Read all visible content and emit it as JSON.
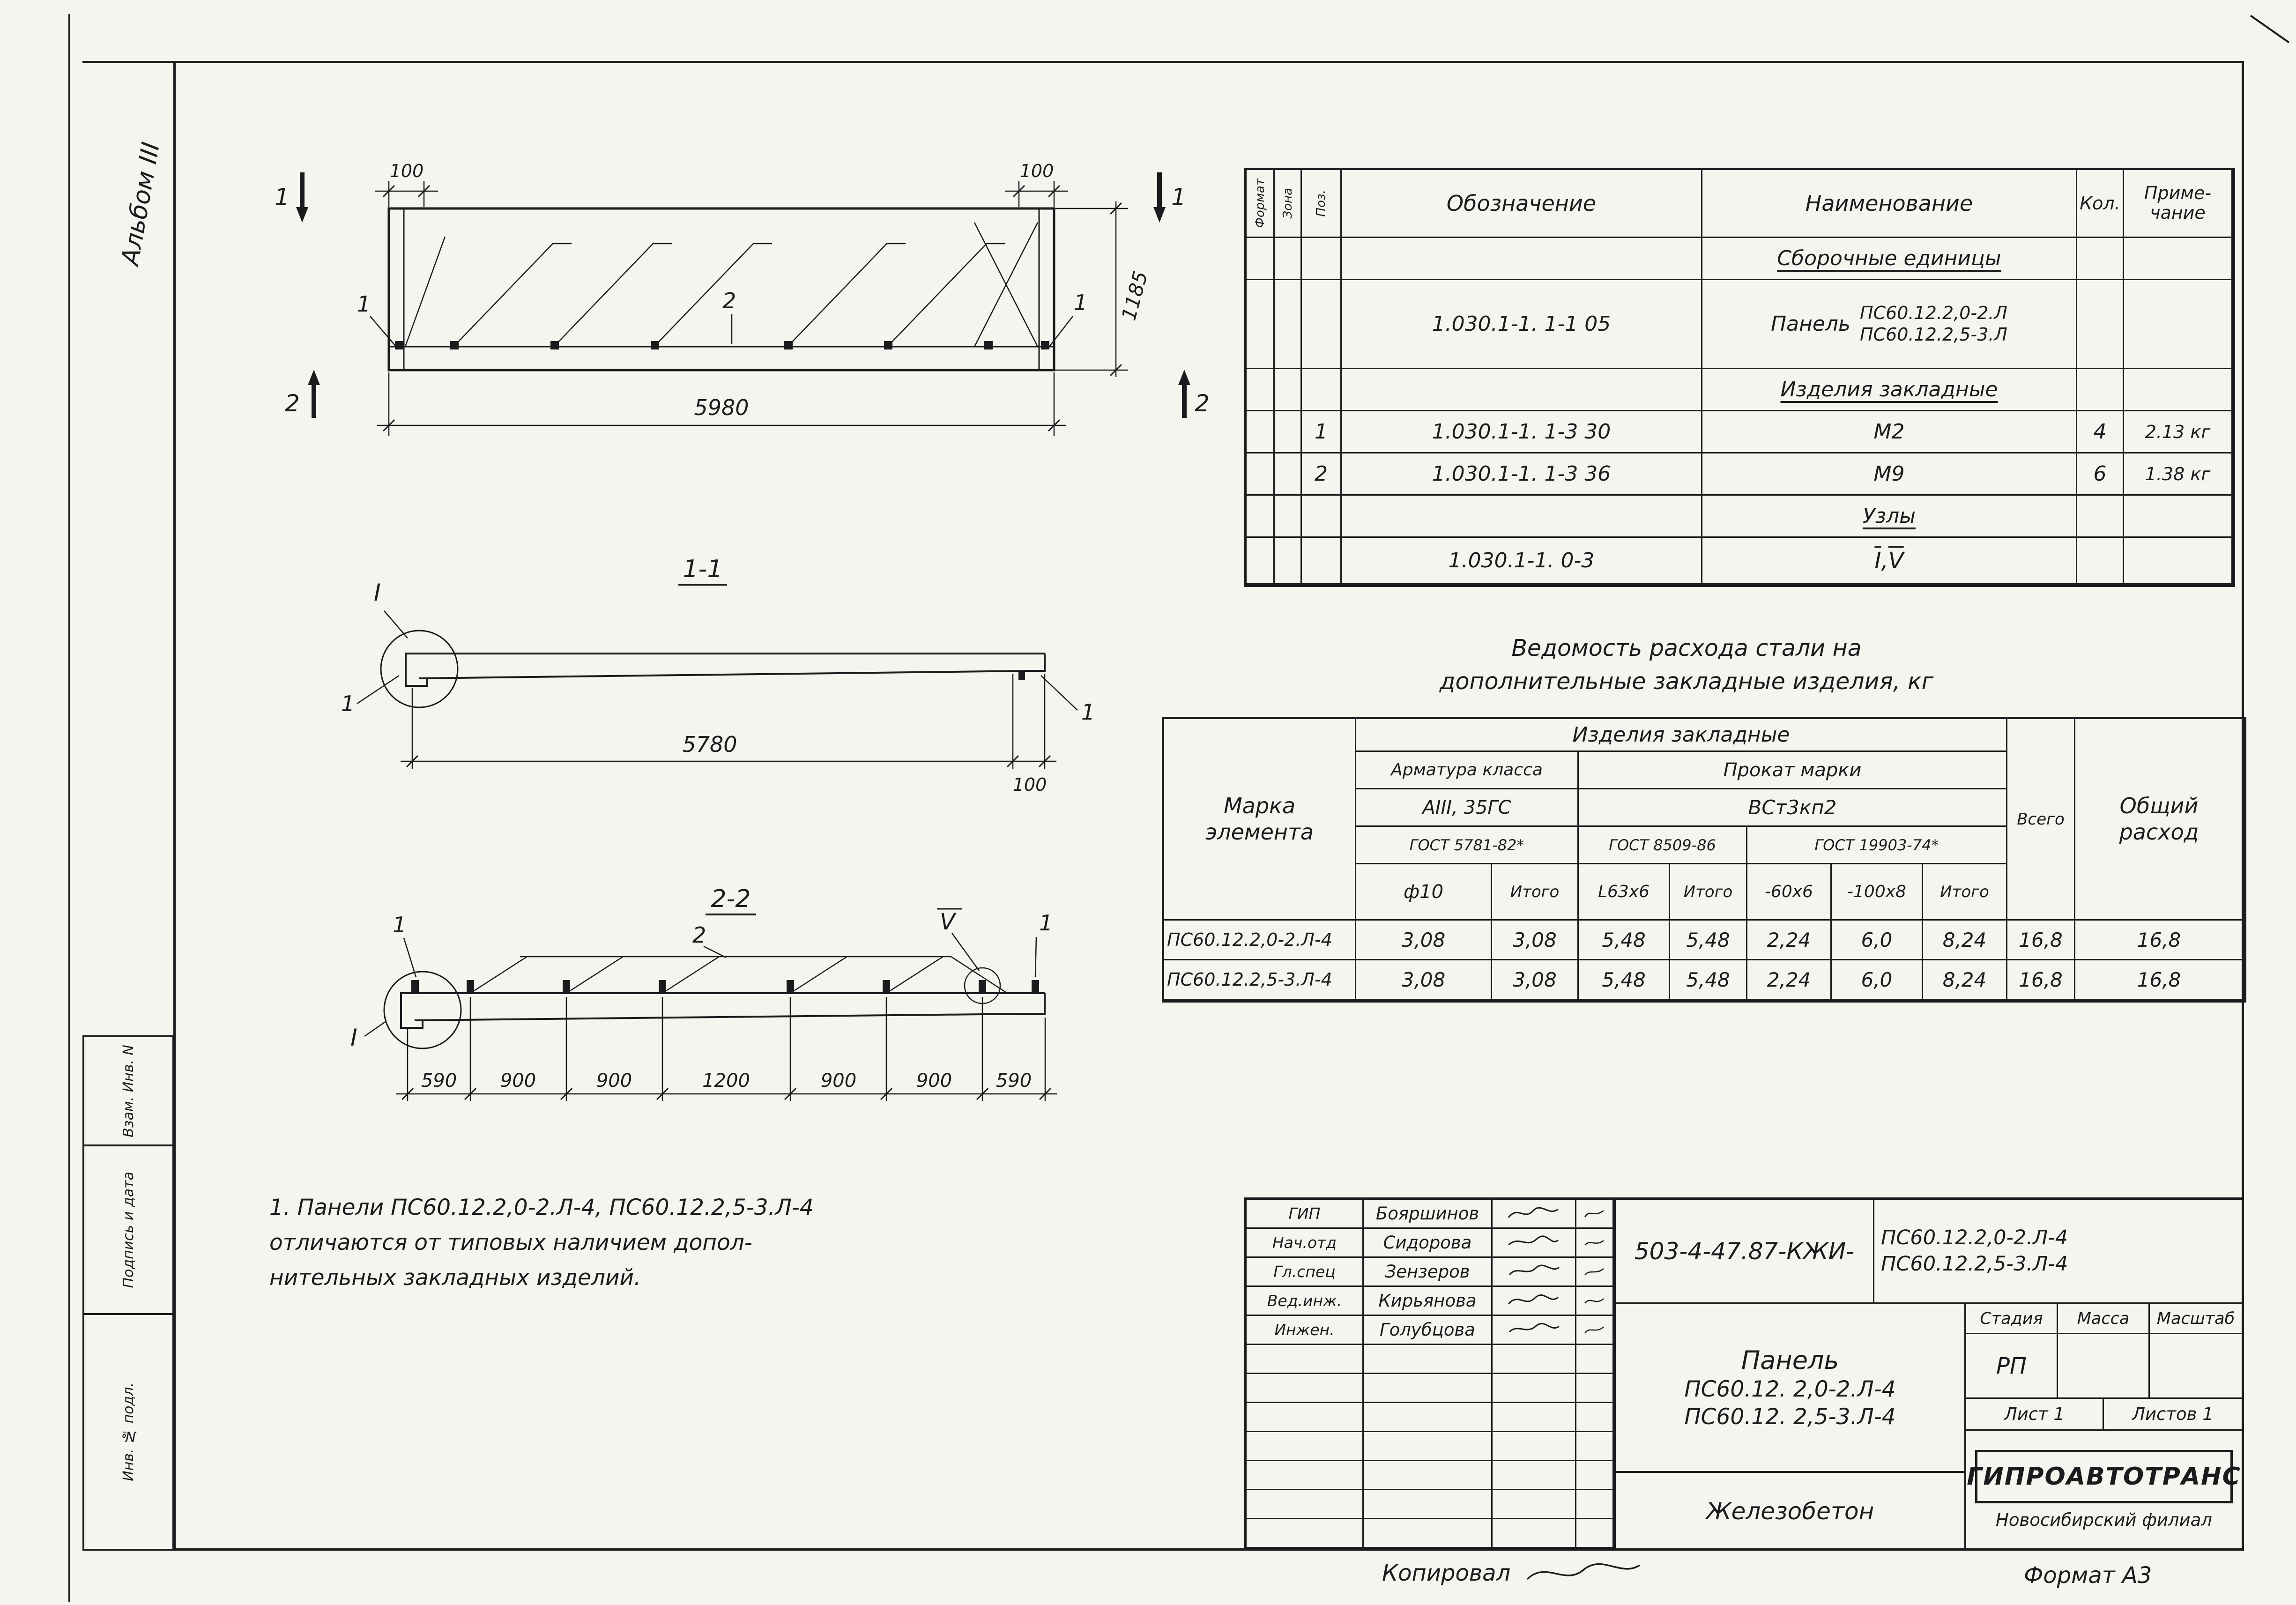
{
  "sheet": {
    "album_label": "Альбом III",
    "margin_stamps": [
      "Взам. Инв. N",
      "Подпись и дата",
      "Инв. № подл."
    ],
    "footer": {
      "copied_label": "Копировал",
      "format_label": "Формат А3"
    }
  },
  "drawing_plan": {
    "cut_mark_1": "1",
    "cut_mark_2": "2",
    "dim_left": "100",
    "dim_right": "100",
    "dim_height": "1185",
    "dim_length": "5980",
    "leader_left": "1",
    "leader_mid": "2",
    "leader_right": "1"
  },
  "section_1_1": {
    "title": "1-1",
    "detail_label": "I",
    "leader_left": "1",
    "leader_right": "1",
    "dim_length": "5780",
    "dim_end": "100"
  },
  "section_2_2": {
    "title": "2-2",
    "detail_label": "I",
    "leader_left": "1",
    "leader_right": "1",
    "label_rib": "2",
    "label_node": "V",
    "dims": [
      "590",
      "900",
      "900",
      "1200",
      "900",
      "900",
      "590"
    ]
  },
  "note": {
    "lines": [
      "1. Панели  ПС60.12.2,0-2.Л-4,  ПС60.12.2,5-3.Л-4",
      "отличаются  от  типовых  наличием  допол-",
      "нительных  закладных  изделий."
    ]
  },
  "spec_table": {
    "headers": {
      "format": "Формат",
      "zone": "Зона",
      "pos": "Поз.",
      "designation": "Обозначение",
      "name": "Наименование",
      "qty": "Кол.",
      "note_l1": "Приме-",
      "note_l2": "чание"
    },
    "section_assembly": "Сборочные единицы",
    "panel_row": {
      "designation": "1.030.1-1. 1-1  05",
      "name_prefix": "Панель",
      "marks": [
        "ПС60.12.2,0-2.Л",
        "ПС60.12.2,5-3.Л"
      ]
    },
    "section_embedded": "Изделия закладные",
    "embedded_rows": [
      {
        "pos": "1",
        "designation": "1.030.1-1. 1-3   30",
        "name": "М2",
        "qty": "4",
        "note": "2.13 кг"
      },
      {
        "pos": "2",
        "designation": "1.030.1-1. 1-3   36",
        "name": "М9",
        "qty": "6",
        "note": "1.38 кг"
      }
    ],
    "section_nodes": "Узлы",
    "nodes_row": {
      "designation": "1.030.1-1. 0-3",
      "nodes": [
        "I",
        "V"
      ],
      "sep": " , "
    }
  },
  "steel_table": {
    "title_lines": [
      "Ведомость  расхода  стали  на",
      "дополнительные  закладные  изделия,  кг"
    ],
    "mark_header_lines": [
      "Марка",
      "элемента"
    ],
    "group_header": "Изделия  закладные",
    "rebar_group": "Арматура класса",
    "rolled_group": "Прокат  марки",
    "rebar_class": "АIII, 35ГС",
    "steel_grade": "ВСт3кп2",
    "gosts": [
      "ГОСТ 5781-82*",
      "ГОСТ 8509-86",
      "ГОСТ 19903-74*"
    ],
    "sub_cols": [
      "ф10",
      "Итого",
      "L63x6",
      "Итого",
      "-60x6",
      "-100x8",
      "Итого"
    ],
    "total_col": "Всего",
    "overall_lines": [
      "Общий",
      "расход"
    ],
    "rows": [
      {
        "mark": "ПС60.12.2,0-2.Л-4",
        "values": [
          "3,08",
          "3,08",
          "5,48",
          "5,48",
          "2,24",
          "6,0",
          "8,24",
          "16,8",
          "16,8"
        ]
      },
      {
        "mark": "ПС60.12.2,5-3.Л-4",
        "values": [
          "3,08",
          "3,08",
          "5,48",
          "5,48",
          "2,24",
          "6,0",
          "8,24",
          "16,8",
          "16,8"
        ]
      }
    ]
  },
  "title_block": {
    "signers": [
      {
        "role": "ГИП",
        "name": "Бояршинов"
      },
      {
        "role": "Нач.отд",
        "name": "Сидорова"
      },
      {
        "role": "Гл.спец",
        "name": "Зензеров"
      },
      {
        "role": "Вед.инж.",
        "name": "Кирьянова"
      },
      {
        "role": "Инжен.",
        "name": "Голубцова"
      }
    ],
    "doc_number": "503-4-47.87-КЖИ-",
    "doc_marks": [
      "ПС60.12.2,0-2.Л-4",
      "ПС60.12.2,5-3.Л-4"
    ],
    "title_lines": [
      "Панель",
      "ПС60.12. 2,0-2.Л-4",
      "ПС60.12. 2,5-3.Л-4"
    ],
    "material": "Железобетон",
    "stage_label": "Стадия",
    "mass_label": "Масса",
    "scale_label": "Масштаб",
    "stage_value": "РП",
    "sheet_label": "Лист 1",
    "sheets_label": "Листов 1",
    "organization": "ГИПРОАВТОТРАНС",
    "branch": "Новосибирский филиал"
  }
}
